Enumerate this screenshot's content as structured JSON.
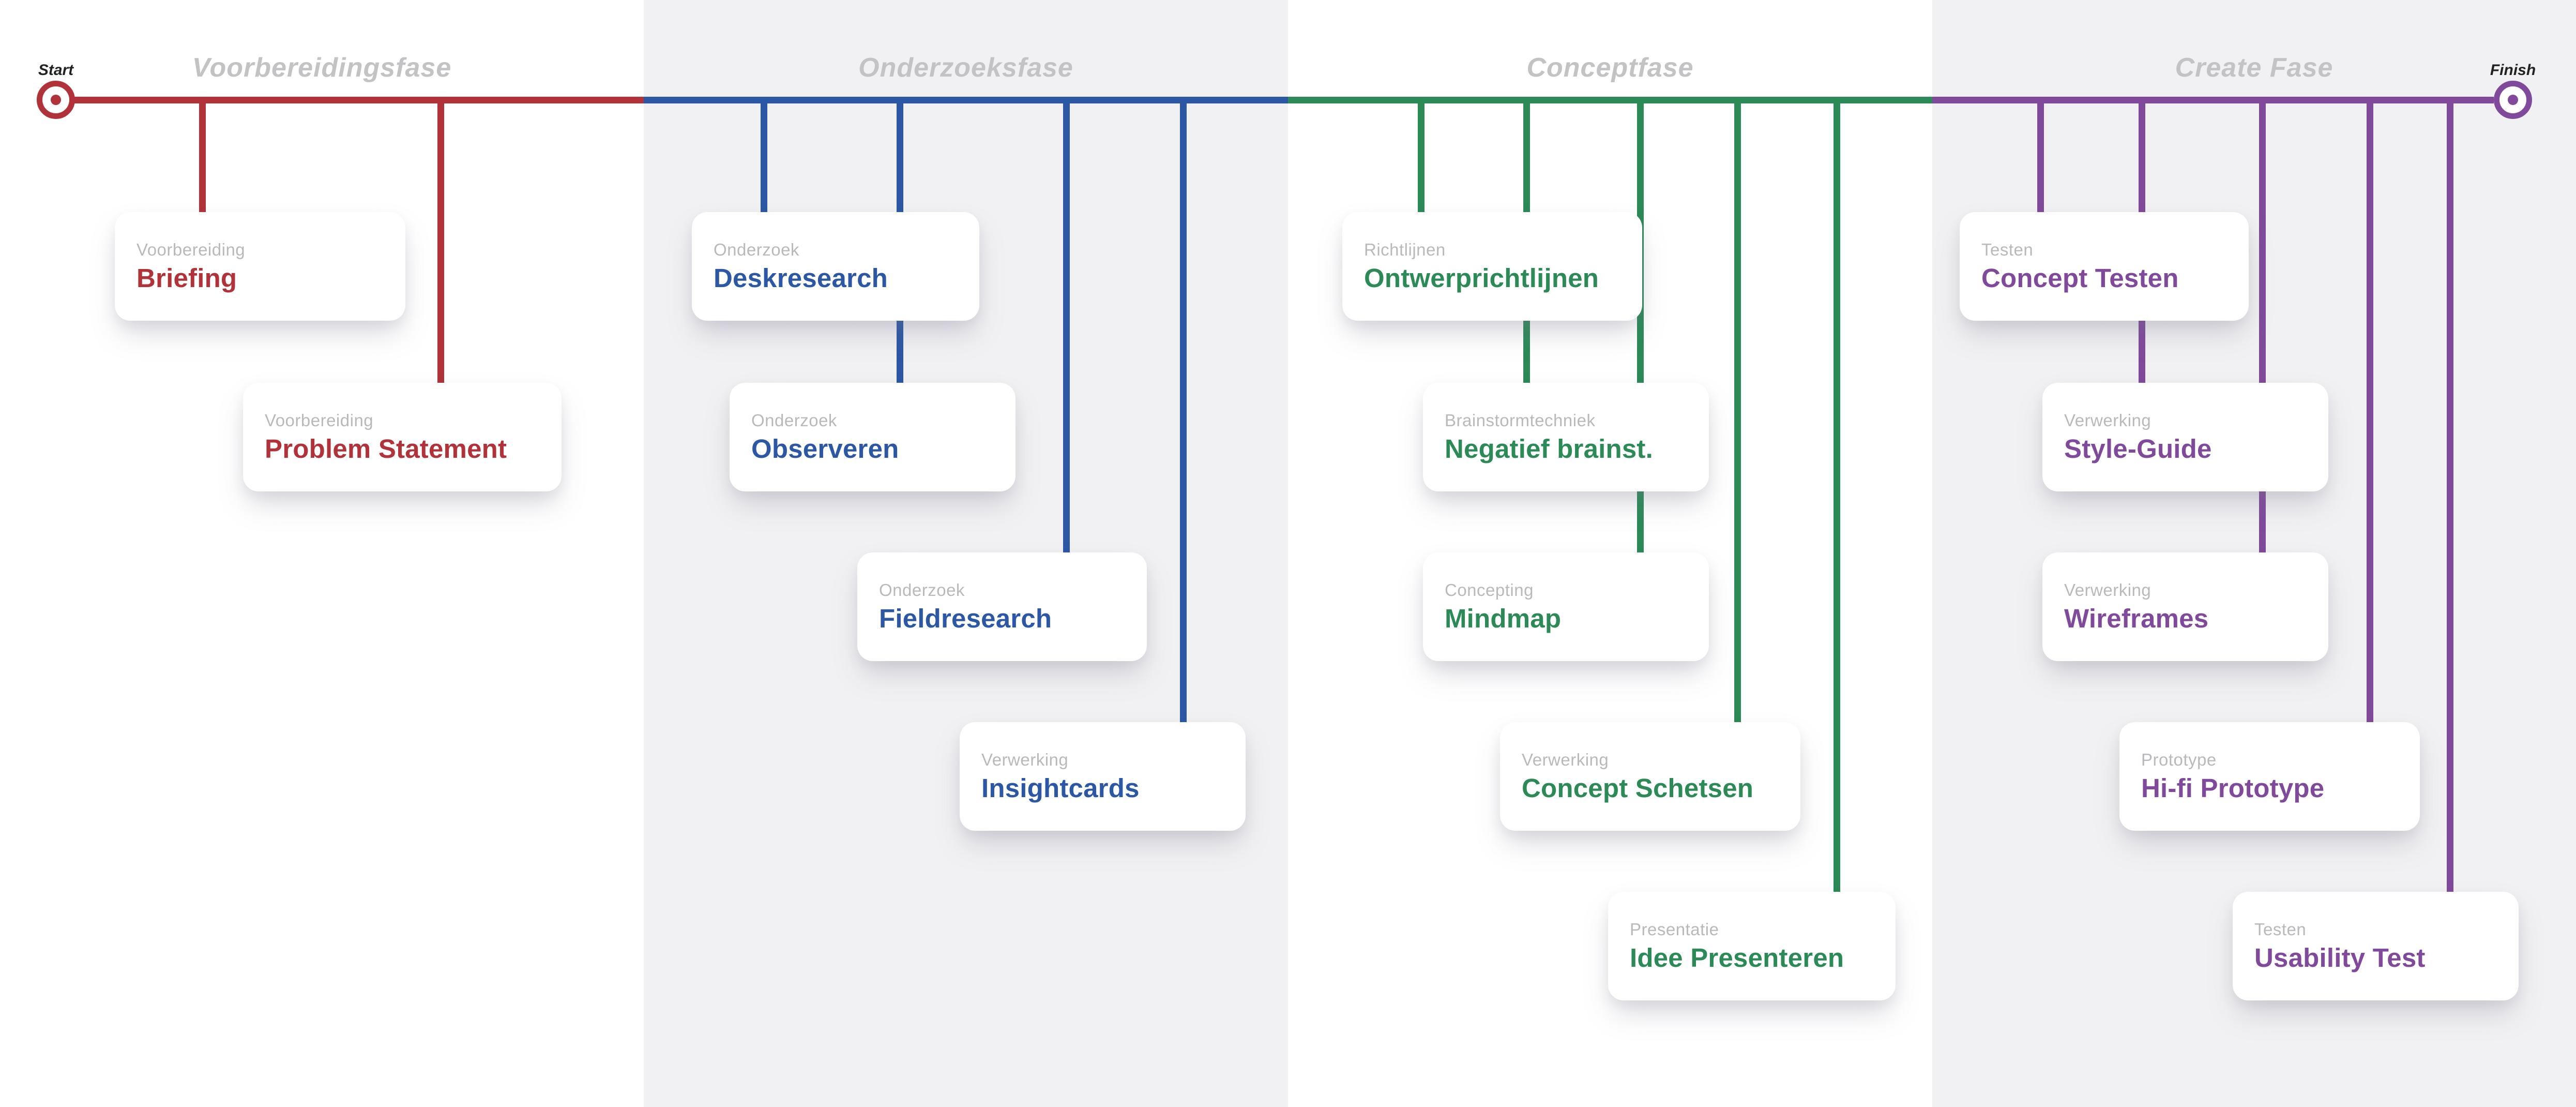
{
  "timeline": {
    "start_label": "Start",
    "finish_label": "Finish"
  },
  "colors": {
    "phase0": "#b13239",
    "phase1": "#2b57a5",
    "phase2": "#2b8a56",
    "phase3": "#81499b",
    "card_bg": "#ffffff",
    "category_text": "#b9b9bc",
    "phase_title_text": "#c3c3c5",
    "label_text": "#222222",
    "section_bg_odd": "#ffffff",
    "section_bg_even": "#f1f1f3"
  },
  "phases": [
    {
      "label": "Voorbereidingsfase",
      "color": "#b13239",
      "cards": [
        {
          "category": "Voorbereiding",
          "title": "Briefing"
        },
        {
          "category": "Voorbereiding",
          "title": "Problem Statement"
        }
      ]
    },
    {
      "label": "Onderzoeksfase",
      "color": "#2b57a5",
      "cards": [
        {
          "category": "Onderzoek",
          "title": "Deskresearch"
        },
        {
          "category": "Onderzoek",
          "title": "Observeren"
        },
        {
          "category": "Onderzoek",
          "title": "Fieldresearch"
        },
        {
          "category": "Verwerking",
          "title": "Insightcards"
        }
      ]
    },
    {
      "label": "Conceptfase",
      "color": "#2b8a56",
      "cards": [
        {
          "category": "Richtlijnen",
          "title": "Ontwerprichtlijnen"
        },
        {
          "category": "Brainstormtechniek",
          "title": "Negatief brainst."
        },
        {
          "category": "Concepting",
          "title": "Mindmap"
        },
        {
          "category": "Verwerking",
          "title": "Concept Schetsen"
        },
        {
          "category": "Presentatie",
          "title": "Idee Presenteren"
        }
      ]
    },
    {
      "label": "Create Fase",
      "color": "#81499b",
      "cards": [
        {
          "category": "Testen",
          "title": "Concept Testen"
        },
        {
          "category": "Verwerking",
          "title": "Style-Guide"
        },
        {
          "category": "Verwerking",
          "title": "Wireframes"
        },
        {
          "category": "Prototype",
          "title": "Hi-fi Prototype"
        },
        {
          "category": "Testen",
          "title": "Usability Test"
        }
      ]
    }
  ]
}
